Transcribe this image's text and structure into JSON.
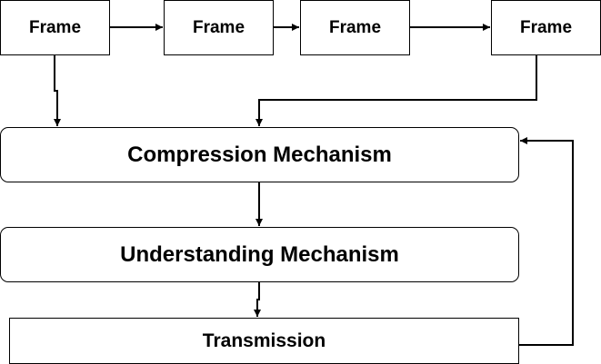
{
  "diagram": {
    "frames": [
      {
        "label": "Frame"
      },
      {
        "label": "Frame"
      },
      {
        "label": "Frame"
      },
      {
        "label": "Frame"
      }
    ],
    "compression": {
      "label": "Compression Mechanism"
    },
    "understanding": {
      "label": "Understanding Mechanism"
    },
    "transmission": {
      "label": "Transmission"
    },
    "edges": [
      {
        "from": "frame-1",
        "to": "frame-2"
      },
      {
        "from": "frame-2",
        "to": "frame-3"
      },
      {
        "from": "frame-3",
        "to": "frame-4"
      },
      {
        "from": "frame-1",
        "to": "compression-mechanism"
      },
      {
        "from": "frame-4",
        "to": "compression-mechanism"
      },
      {
        "from": "compression-mechanism",
        "to": "understanding-mechanism"
      },
      {
        "from": "understanding-mechanism",
        "to": "transmission"
      },
      {
        "from": "transmission",
        "to": "compression-mechanism"
      }
    ],
    "colors": {
      "stroke": "#000000",
      "fill": "#ffffff",
      "text": "#000000"
    }
  }
}
